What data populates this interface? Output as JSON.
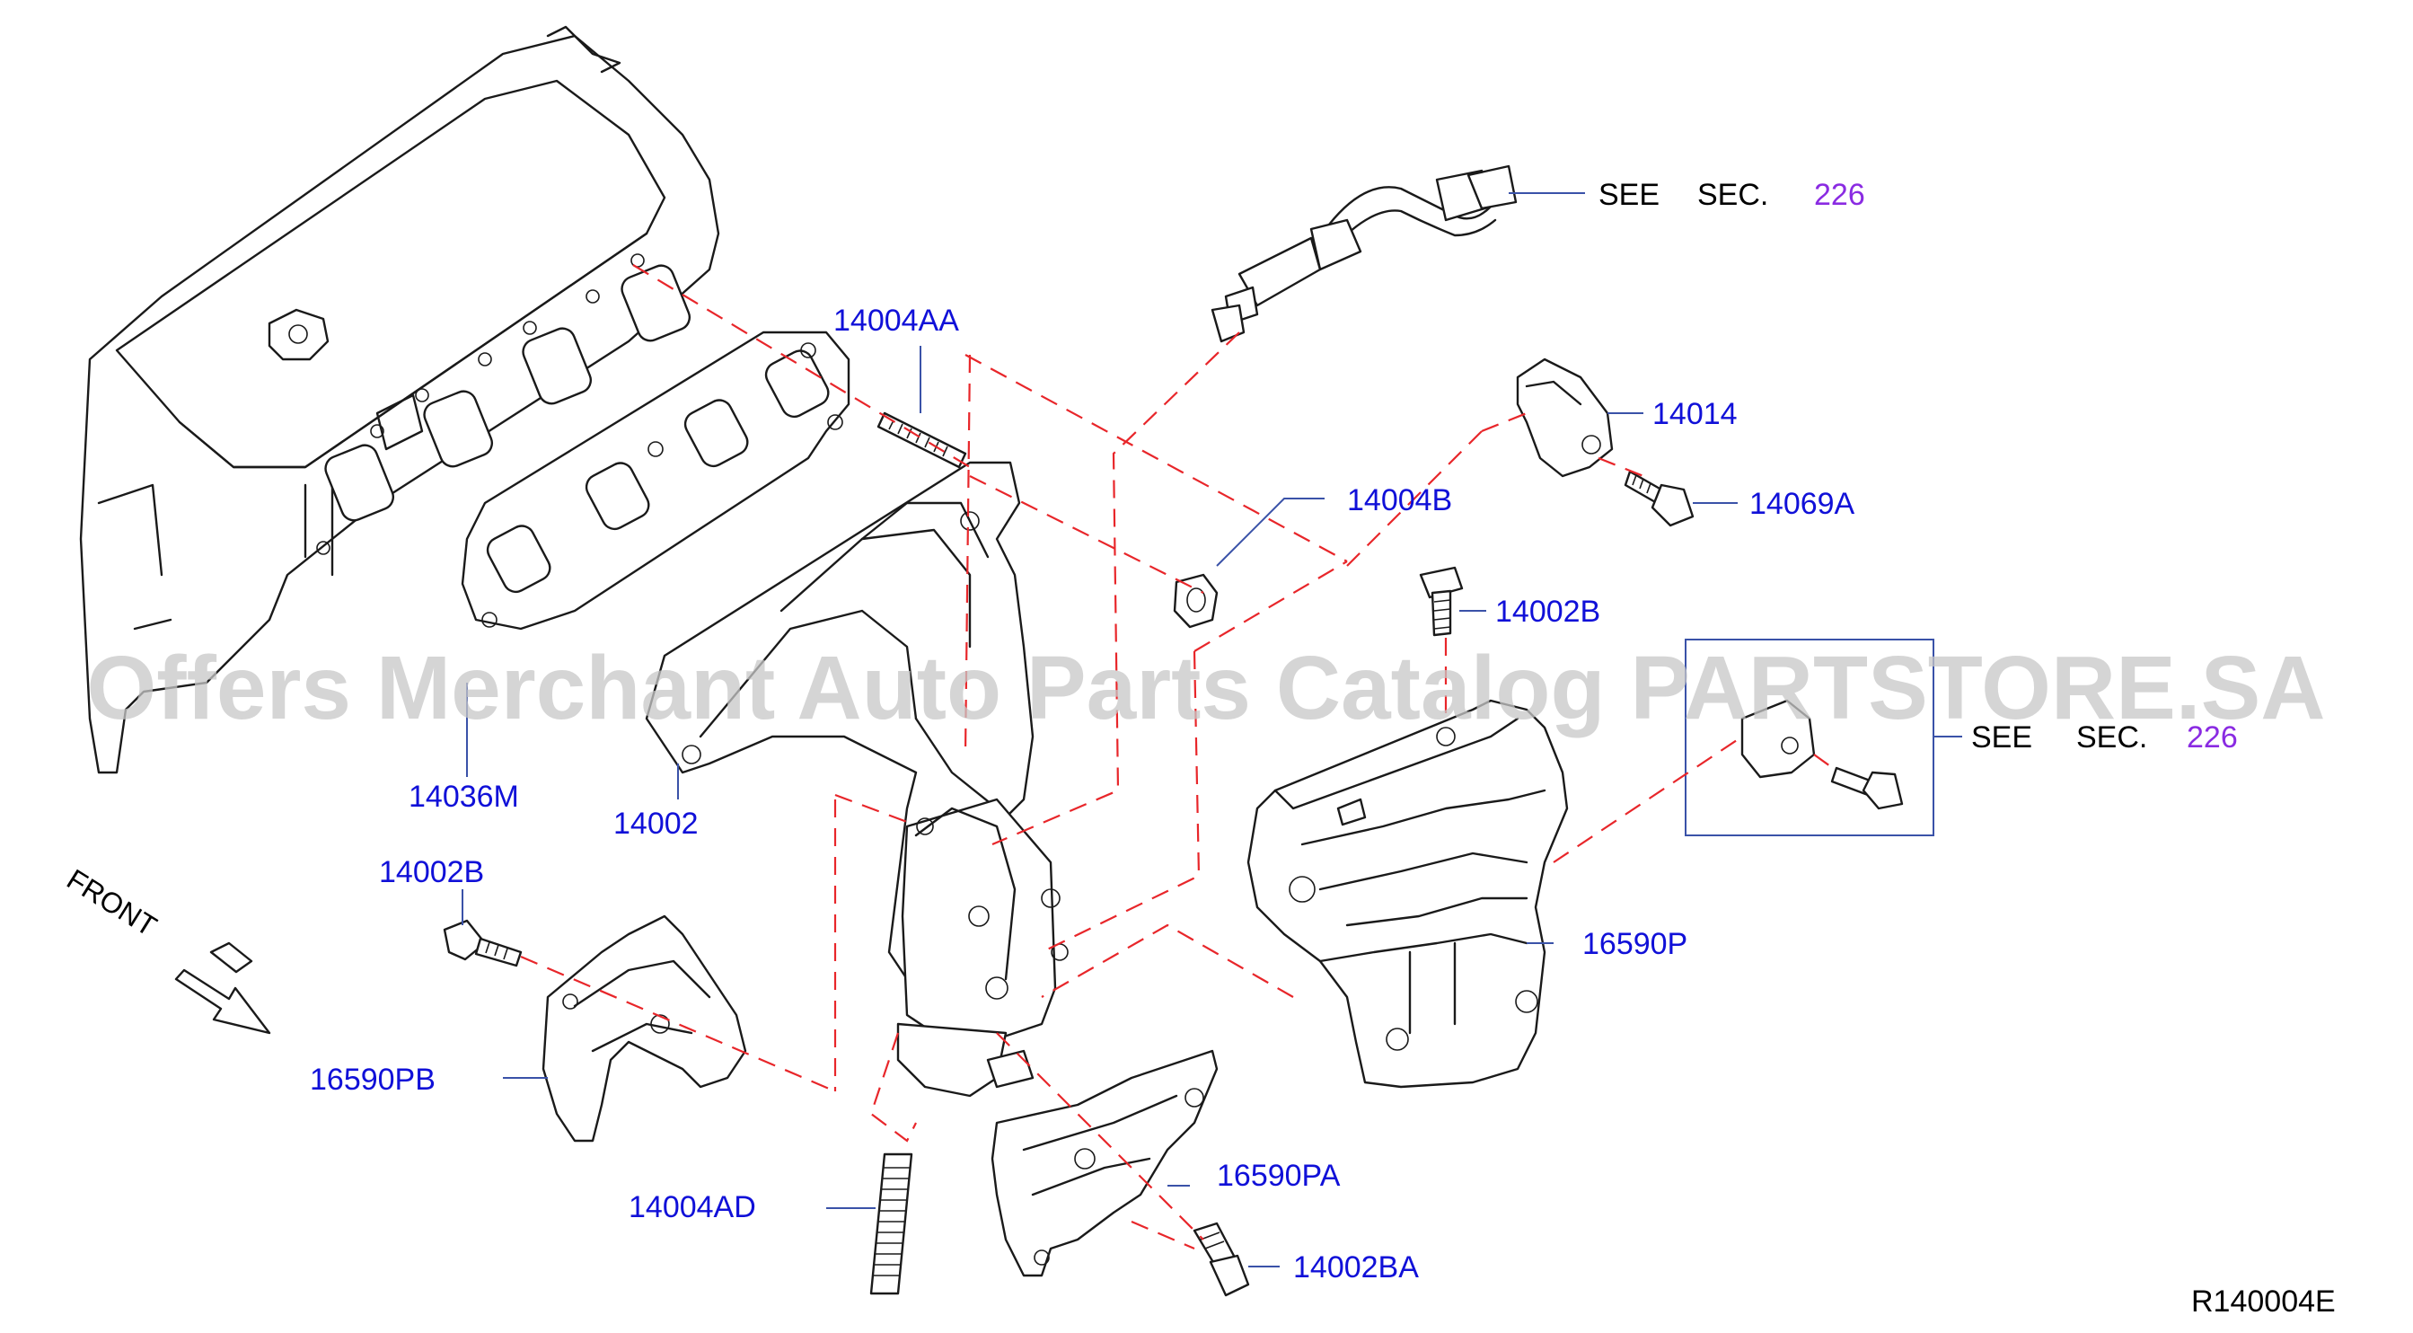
{
  "callouts": {
    "p14004AA": "14004AA",
    "p14004B": "14004B",
    "p14014": "14014",
    "p14069A": "14069A",
    "p14002B_top": "14002B",
    "p14036M": "14036M",
    "p14002": "14002",
    "p14002B_left": "14002B",
    "p16590P": "16590P",
    "p16590PB": "16590PB",
    "p14004AD": "14004AD",
    "p16590PA": "16590PA",
    "p14002BA": "14002BA"
  },
  "see_sec_top": {
    "see": "SEE",
    "sec": "SEC.",
    "num": "226"
  },
  "see_sec_right": {
    "see": "SEE",
    "sec": "SEC.",
    "num": "226"
  },
  "front_label": "FRONT",
  "reference_code": "R140004E",
  "watermark": "Offers Merchant Auto Parts Catalog PARTSTORE.SA",
  "colors": {
    "callout": "#1010d8",
    "dashed_lines": "#e8262a",
    "section_number": "#8a2be2",
    "watermark": "#c8c8c8"
  }
}
